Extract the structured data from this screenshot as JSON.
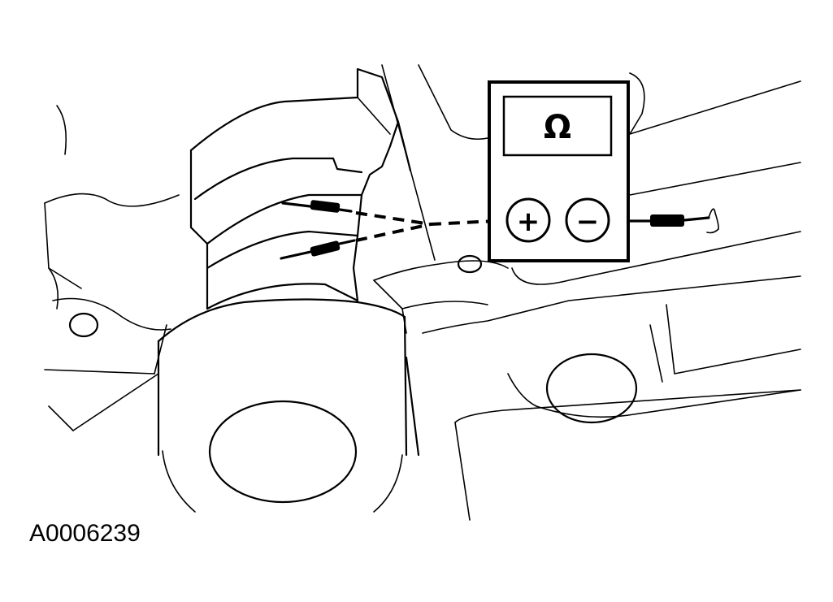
{
  "figure": {
    "id_label": "A0006239",
    "meter": {
      "display_symbol": "Ω",
      "terminals": [
        {
          "name": "positive",
          "glyph": "+"
        },
        {
          "name": "negative",
          "glyph": "−"
        }
      ]
    }
  }
}
